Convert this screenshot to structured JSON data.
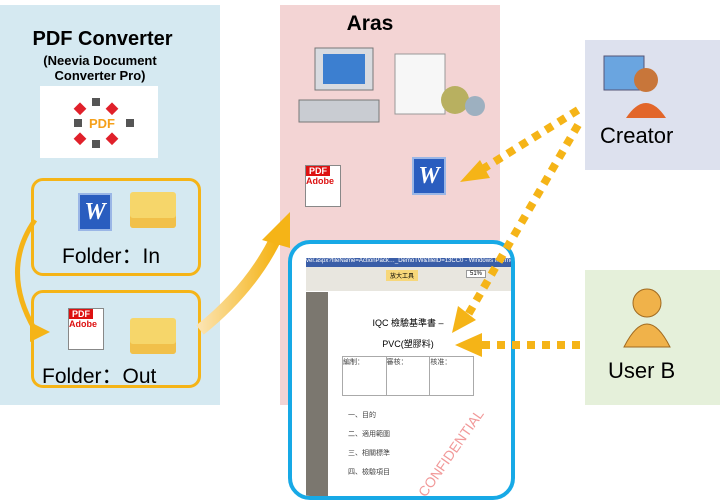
{
  "converter": {
    "title": "PDF Converter",
    "subtitle": "(Neevia Document Converter Pro)",
    "logo_text": "PDF",
    "folder_in": "Folder：In",
    "folder_out": "Folder：Out"
  },
  "aras": {
    "title": "Aras"
  },
  "creator": {
    "label": "Creator"
  },
  "user_b": {
    "label": "User B"
  },
  "screenshot": {
    "titlebar": "ver.aspx?fileName=ActionPack…_DemoTW&fileID=13CC0 - Windows Internet",
    "zoom_tool": "放大工具",
    "page_select": "51%",
    "doc_title": "IQC 檢驗基準書 –",
    "doc_subtitle": "PVC(塑膠料)",
    "table_headers": [
      "編制：",
      "審核：",
      "核准："
    ],
    "watermark": "CONFIDENTIAL",
    "sections": [
      "一、目的",
      "二、適用範圍",
      "三、相關標準",
      "四、檢驗項目"
    ]
  },
  "colors": {
    "arrow": "#f5b417",
    "left_panel": "#d5e9f1",
    "aras_panel": "#f3d4d4",
    "screenshot_border": "#17a9e6"
  }
}
